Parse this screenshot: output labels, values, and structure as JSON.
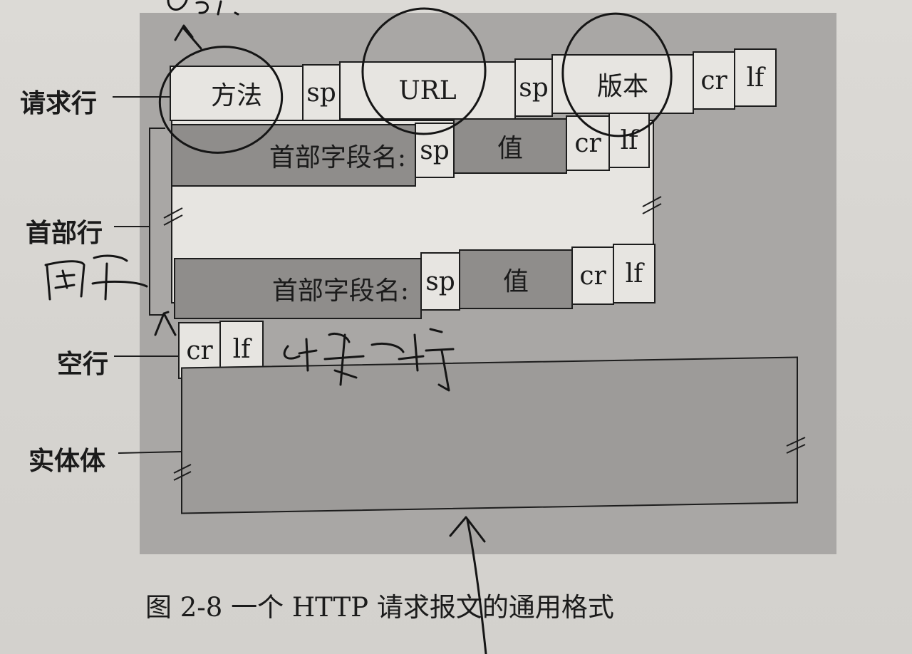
{
  "labels": {
    "request_line": "请求行",
    "header_lines": "首部行",
    "blank_line": "空行",
    "entity_body": "实体体"
  },
  "request_line": {
    "method": "方法",
    "sp1": "sp",
    "url": "URL",
    "sp2": "sp",
    "version": "版本",
    "cr": "cr",
    "lf": "lf"
  },
  "header_row_1": {
    "field_name": "首部字段名:",
    "sp": "sp",
    "value": "值",
    "cr": "cr",
    "lf": "lf"
  },
  "header_row_2": {
    "field_name": "首部字段名:",
    "sp": "sp",
    "value": "值",
    "cr": "cr",
    "lf": "lf"
  },
  "blank_line": {
    "cr": "cr",
    "lf": "lf"
  },
  "caption": "图 2-8 一个 HTTP 请求报文的通用格式",
  "handwriting": [
    "url.",
    "回车",
    "换行"
  ]
}
